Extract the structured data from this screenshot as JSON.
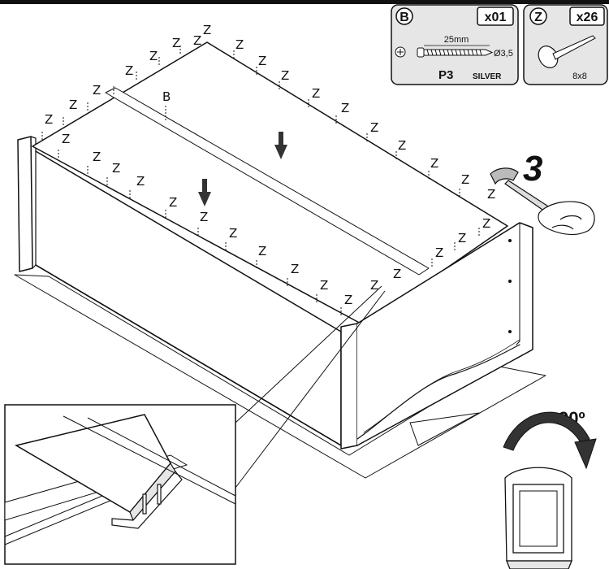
{
  "step_number": "3",
  "rotation_label": "90º",
  "hardware": {
    "screw": {
      "letter": "B",
      "quantity": "x01",
      "length": "25mm",
      "diameter": "Ø3,5",
      "code": "P3",
      "finish": "SILVER"
    },
    "nail": {
      "letter": "Z",
      "quantity": "x26",
      "size": "8x8"
    }
  },
  "part_label_back": "B",
  "nail_mark": "Z",
  "colors": {
    "ink": "#111111",
    "card_fill": "#e6e6e6",
    "paper": "#ffffff"
  }
}
